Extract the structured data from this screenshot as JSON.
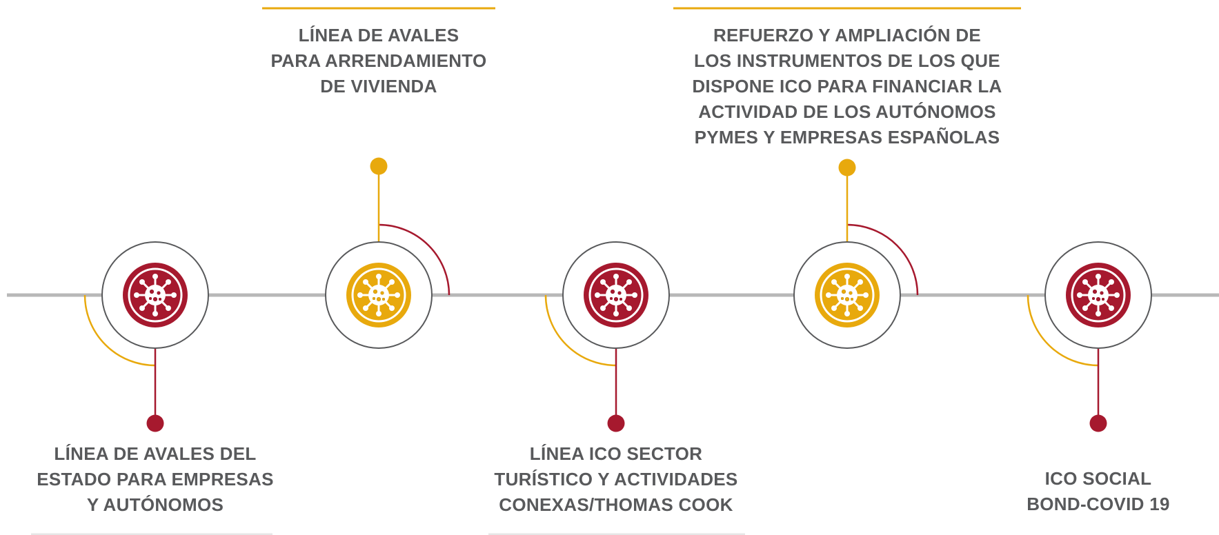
{
  "colors": {
    "timeline": "#b8b8b8",
    "red": "#a6192e",
    "gold": "#e8a90d",
    "ring": "#58595b",
    "text": "#58595b"
  },
  "icon": "virus-icon",
  "milestones": [
    {
      "label": [
        "LÍNEA DE AVALES DEL",
        "ESTADO PARA EMPRESAS",
        "Y AUTÓNOMOS"
      ],
      "color": "red",
      "side": "bottom"
    },
    {
      "label": [
        "LÍNEA DE AVALES",
        "PARA ARRENDAMIENTO",
        "DE VIVIENDA"
      ],
      "color": "gold",
      "side": "top"
    },
    {
      "label": [
        "LÍNEA ICO SECTOR",
        "TURÍSTICO Y ACTIVIDADES",
        "CONEXAS/THOMAS COOK"
      ],
      "color": "red",
      "side": "bottom"
    },
    {
      "label": [
        "REFUERZO Y AMPLIACIÓN DE",
        "LOS INSTRUMENTOS DE LOS QUE",
        "DISPONE ICO PARA FINANCIAR LA",
        "ACTIVIDAD DE LOS AUTÓNOMOS",
        "PYMES Y EMPRESAS ESPAÑOLAS"
      ],
      "color": "gold",
      "side": "top"
    },
    {
      "label": [
        "ICO SOCIAL",
        "BOND-COVID 19"
      ],
      "color": "red",
      "side": "bottom"
    }
  ]
}
